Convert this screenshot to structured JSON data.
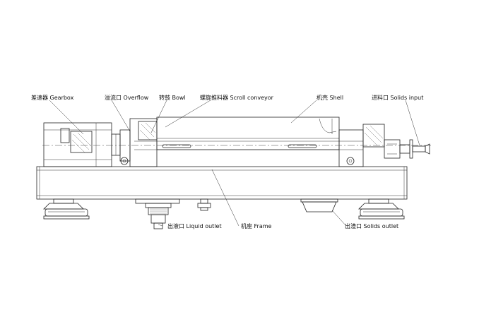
{
  "labels": {
    "gearbox": "差速器 Gearbox",
    "overflow": "溢流口 Overflow",
    "bowl": "转鼓 Bowl",
    "scroll_conveyor": "螺旋推料器 Scroll conveyor",
    "shell": "机壳 Shell",
    "solids_input": "进料口 Solids input",
    "liquid_outlet": "出液口 Liquid outlet",
    "frame": "机座 Frame",
    "solids_outlet": "出渣口 Solids outlet"
  }
}
